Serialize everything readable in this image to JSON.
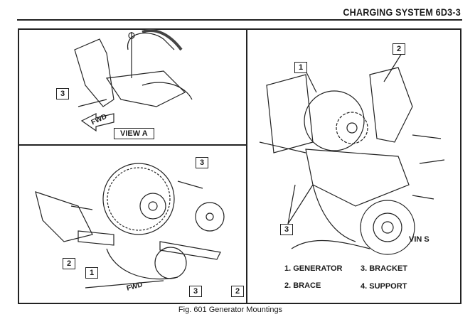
{
  "header": {
    "title": "CHARGING SYSTEM  6D3-3"
  },
  "figure": {
    "caption": "Fig. 601 Generator Mountings",
    "view_a": {
      "label": "VIEW A",
      "fwd": "FWD",
      "callouts": [
        "3"
      ]
    },
    "lower_left": {
      "fwd": "FWD",
      "callouts": [
        "3",
        "2",
        "1",
        "3",
        "2"
      ]
    },
    "right": {
      "callouts": [
        "1",
        "2",
        "3"
      ],
      "engine_label": "VIN S"
    },
    "legend": [
      "1. GENERATOR",
      "2. BRACE",
      "3. BRACKET",
      "4. SUPPORT"
    ]
  }
}
